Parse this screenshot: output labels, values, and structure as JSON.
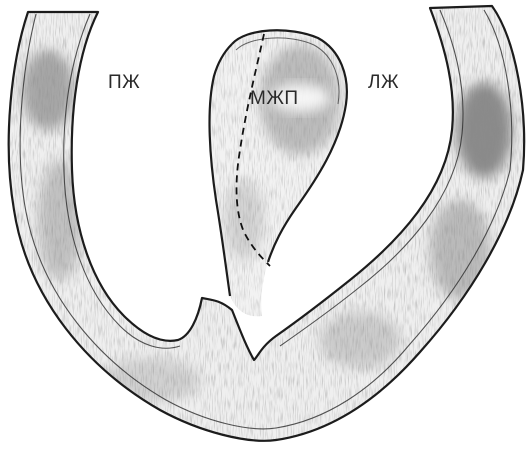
{
  "labels": {
    "right_ventricle": "ПЖ",
    "septum": "МЖП",
    "left_ventricle": "ЛЖ"
  },
  "colors": {
    "background": "#ffffff",
    "wall_fill": "#efefef",
    "outline": "#1c1c1c",
    "shading": "#5a5a5a",
    "label_text": "#2a2a2a"
  },
  "icons": {
    "septum_line": "dashed-line"
  }
}
